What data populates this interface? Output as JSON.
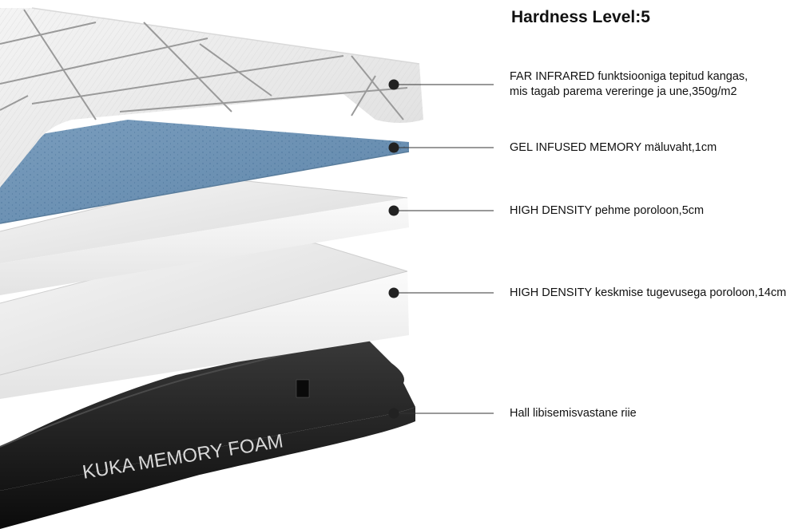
{
  "hardness": {
    "label": "Hardness Level:5"
  },
  "layers": [
    {
      "lines": [
        "FAR INFRARED funktsiooniga tepitud kangas,",
        "mis tagab parema vereringe ja une,350g/m2"
      ]
    },
    {
      "lines": [
        "GEL INFUSED MEMORY mäluvaht,1cm"
      ]
    },
    {
      "lines": [
        "HIGH DENSITY pehme poroloon,5cm"
      ]
    },
    {
      "lines": [
        "HIGH DENSITY keskmise tugevusega poroloon,14cm"
      ]
    },
    {
      "lines": [
        "Hall libisemisvastane riie"
      ]
    }
  ],
  "product": {
    "base_text": "KUKA MEMORY FOAM"
  },
  "colors": {
    "gel_layer": "#6f96b6",
    "foam_layer": "#f2f2f2",
    "base_layer": "#1c1c1c",
    "quilt_lines": "#9a9a9a",
    "leader": "#333333"
  }
}
